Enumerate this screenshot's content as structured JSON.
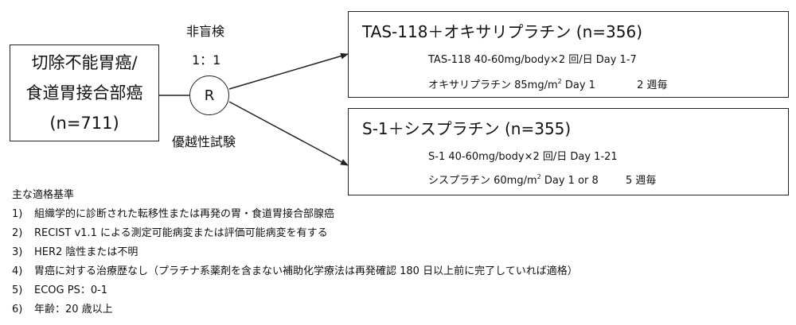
{
  "population": {
    "line1": "切除不能胃癌/",
    "line2": "食道胃接合部癌",
    "line3": "(n=711)"
  },
  "design": {
    "blinding": "非盲検",
    "ratio": "1：1",
    "randomization_symbol": "R",
    "test_type": "優越性試験"
  },
  "arm1": {
    "title": "TAS-118＋オキサリプラチン (n=356)",
    "line1": "TAS-118 40-60mg/body×2 回/日 Day 1-7",
    "line2_main": "オキサリプラチン 85mg/m",
    "line2_sup": "2",
    "line2_day": "Day 1",
    "line2_cycle": "2 週毎"
  },
  "arm2": {
    "title": "S-1＋シスプラチン (n=355)",
    "line1": "S-1 40-60mg/body×2 回/日 Day 1-21",
    "line2_main": "シスプラチン 60mg/m",
    "line2_sup": "2",
    "line2_day": "Day 1 or 8",
    "line2_cycle": "5 週毎"
  },
  "criteria": {
    "heading": "主な適格基準",
    "items": [
      {
        "num": "1)",
        "text": "組織学的に診断された転移性または再発の胃・食道胃接合部腺癌"
      },
      {
        "num": "2)",
        "text": "RECIST v1.1 による測定可能病変または評価可能病変を有する"
      },
      {
        "num": "3)",
        "text": "HER2 陰性または不明"
      },
      {
        "num": "4)",
        "text": "胃癌に対する治療歴なし（プラチナ系薬剤を含まない補助化学療法は再発確認 180 日以上前に完了していれば適格）"
      },
      {
        "num": "5)",
        "text": "ECOG PS：0-1"
      },
      {
        "num": "6)",
        "text": "年齢：20 歳以上"
      }
    ]
  }
}
